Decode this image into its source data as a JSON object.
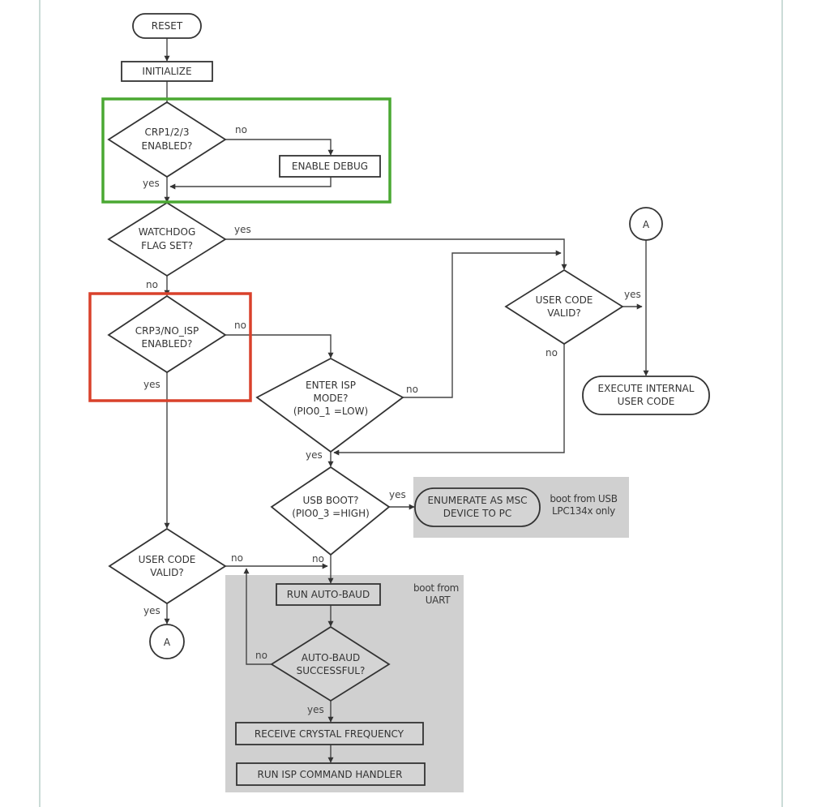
{
  "diagram": {
    "title": "Boot process flowchart",
    "colors": {
      "highlight_green": "#4aa832",
      "highlight_red": "#d9412b",
      "panel_gray": "#d0d0d0",
      "page_border": "#cbdbd7"
    },
    "nodes": {
      "reset": "RESET",
      "initialize": "INITIALIZE",
      "crp123": [
        "CRP1/2/3",
        "ENABLED?"
      ],
      "enable_debug": "ENABLE DEBUG",
      "watchdog": [
        "WATCHDOG",
        "FLAG SET?"
      ],
      "crp3_no_isp": [
        "CRP3/NO_ISP",
        "ENABLED?"
      ],
      "enter_isp": [
        "ENTER ISP",
        "MODE?",
        "(PIO0_1 =LOW)"
      ],
      "user_code_valid_right": [
        "USER CODE",
        "VALID?"
      ],
      "connector_a_top": "A",
      "execute_internal": [
        "EXECUTE INTERNAL",
        "USER CODE"
      ],
      "usb_boot": [
        "USB BOOT?",
        "(PIO0_3 =HIGH)"
      ],
      "enumerate_msc": [
        "ENUMERATE AS MSC",
        "DEVICE TO PC"
      ],
      "user_code_valid_left": [
        "USER CODE",
        "VALID?"
      ],
      "connector_a_bottom": "A",
      "run_auto_baud": "RUN AUTO-BAUD",
      "auto_baud_successful": [
        "AUTO-BAUD",
        "SUCCESSFUL?"
      ],
      "receive_crystal": "RECEIVE CRYSTAL FREQUENCY",
      "run_isp_handler": "RUN ISP COMMAND HANDLER"
    },
    "edge_labels": {
      "crp123_no": "no",
      "crp123_yes": "yes",
      "watchdog_yes": "yes",
      "watchdog_no": "no",
      "crp3_no": "no",
      "crp3_yes": "yes",
      "enter_isp_no": "no",
      "enter_isp_yes": "yes",
      "ucv_right_yes": "yes",
      "ucv_right_no": "no",
      "usb_boot_yes": "yes",
      "usb_boot_no": "no",
      "ucv_left_no": "no",
      "ucv_left_yes": "yes",
      "auto_baud_no": "no",
      "auto_baud_yes": "yes"
    },
    "annotations": {
      "usb_panel": [
        "boot from USB",
        "LPC134x only"
      ],
      "uart_panel": [
        "boot from",
        "UART"
      ]
    }
  }
}
